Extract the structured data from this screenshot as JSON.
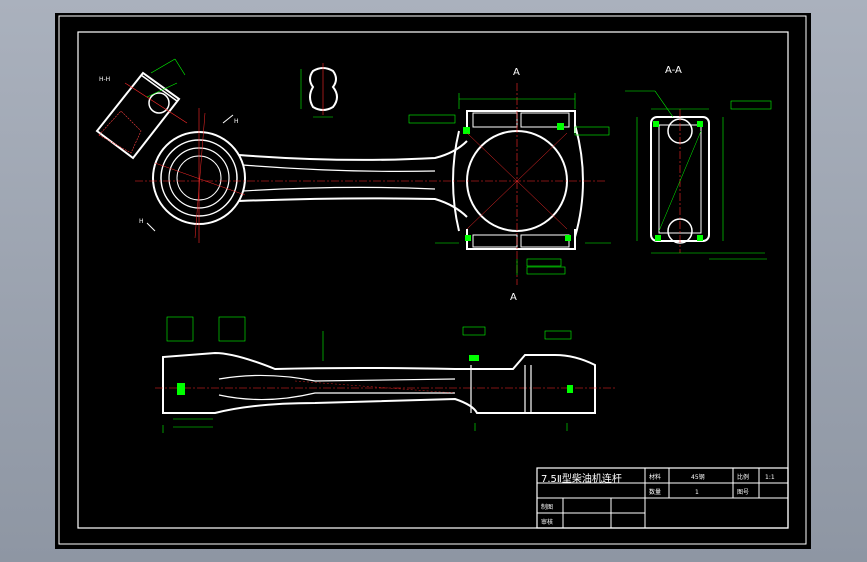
{
  "drawing": {
    "section_labels": {
      "h_h": "H-H",
      "a_a": "A-A",
      "a_top": "A",
      "a_bottom": "A",
      "h_top": "H",
      "h_bottom": "H"
    },
    "colors": {
      "background": "#000000",
      "outline": "#ffffff",
      "dimension": "#00ff00",
      "centerline": "#ff2a2a",
      "fill_green": "#00ff00",
      "window_bg": "#9aa2ae"
    }
  },
  "title_block": {
    "part_name": "7.5Ⅱ型柴油机连杆",
    "material_label": "材料",
    "material_value": "45钢",
    "scale_label": "比例",
    "scale_value": "1:1",
    "quantity_label": "数量",
    "quantity_value": "1",
    "drawing_no_label": "图号",
    "drafter_label": "制图",
    "checker_label": "审核"
  }
}
